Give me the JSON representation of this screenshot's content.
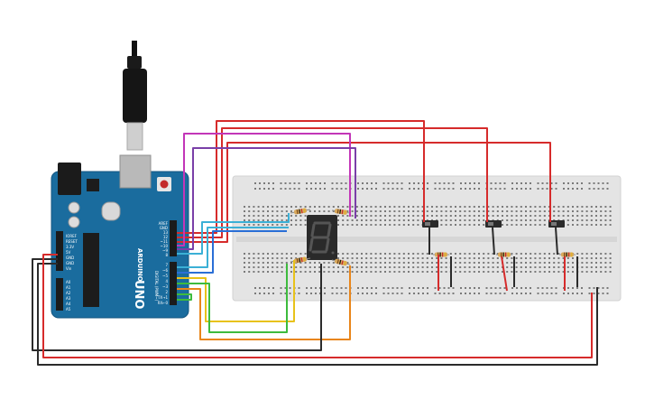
{
  "board": {
    "brand_text": "ARDUINO",
    "model_text": "UNO",
    "power_header_labels": [
      "IOREF",
      "RESET",
      "3.3V",
      "5V",
      "GND",
      "GND",
      "Vin"
    ],
    "analog_header_labels": [
      "A0",
      "A1",
      "A2",
      "A3",
      "A4",
      "A5"
    ],
    "digital_header_top": [
      "AREF",
      "GND",
      "13",
      "12",
      "~11",
      "~10",
      "~9",
      "8"
    ],
    "digital_header_bottom": [
      "7",
      "~6",
      "~5",
      "4",
      "~3",
      "2",
      "TX→1",
      "RX←0"
    ],
    "digital_section_label": "DIGITAL (PWM~)"
  },
  "display": {
    "digit_glyph": "8"
  },
  "colors": {
    "board": "#1a6c9e",
    "breadboard": "#e4e4e4",
    "wire_red": "#d62b2b",
    "wire_magenta": "#c236b8",
    "wire_purple": "#7a3fa8",
    "wire_cyan": "#3bb0d6",
    "wire_blue": "#2a6fd6",
    "wire_yellow": "#e8c21a",
    "wire_green": "#3dbb3d",
    "wire_orange": "#e8851a",
    "wire_black": "#2b2b2b"
  }
}
